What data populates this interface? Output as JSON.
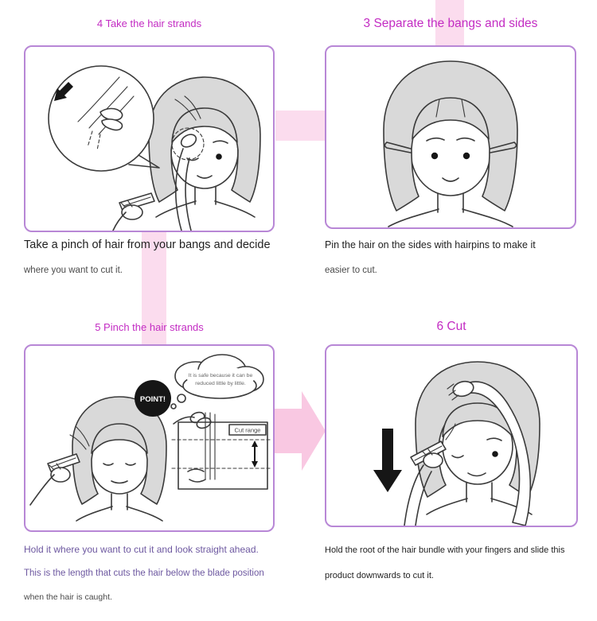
{
  "colors": {
    "title_magenta": "#c32cc3",
    "panel_border": "#b887d6",
    "connector_pink": "#fbdcee",
    "arrow_pink": "#f9c8e2",
    "hair_gray": "#d9d9d9",
    "caption_dark": "#1f1f1f",
    "caption_gray": "#4a4a4a",
    "caption_purple": "#6d58a0"
  },
  "steps": {
    "step4": {
      "title": "4 Take the hair strands",
      "captions": [
        "Take a pinch of hair from your bangs and decide",
        "where you want to cut it."
      ]
    },
    "step3": {
      "title": "3 Separate the bangs and sides",
      "captions": [
        "Pin the hair on the sides with hairpins to make it",
        "easier to cut."
      ]
    },
    "step5": {
      "title": "5 Pinch the hair strands",
      "captions": [
        "Hold it where you want to cut it and look straight ahead.",
        "This is the length that cuts the hair below the blade position",
        "when the hair is caught."
      ],
      "point_badge": "POINT!",
      "bubble": [
        "It is safe because it can be",
        "reduced little by little."
      ],
      "cut_range_label": "Cut range"
    },
    "step6": {
      "title": "6 Cut",
      "captions": [
        "Hold the root of the hair bundle with your fingers and slide this",
        "product downwards to cut it."
      ]
    }
  }
}
